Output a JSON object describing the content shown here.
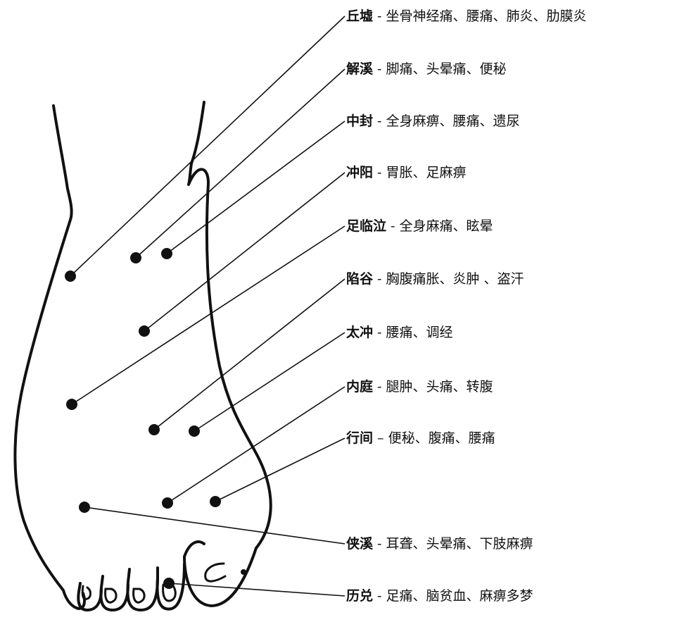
{
  "points": [
    {
      "key": "qiuxu",
      "name": "丘墟",
      "sep": " - ",
      "desc": "坐骨神经痛、腰痛、肺炎、肋膜炎"
    },
    {
      "key": "jiexi",
      "name": "解溪",
      "sep": " - ",
      "desc": "脚痛、头晕痛、便秘"
    },
    {
      "key": "zhongfeng",
      "name": "中封",
      "sep": " - ",
      "desc": "全身麻痹、腰痛、遗尿"
    },
    {
      "key": "chongyang",
      "name": "冲阳",
      "sep": " - ",
      "desc": "胃胀、足麻痹"
    },
    {
      "key": "zulinqi",
      "name": "足临泣",
      "sep": " - ",
      "desc": "全身麻痛、眩晕"
    },
    {
      "key": "xiangu",
      "name": "陷谷",
      "sep": " - ",
      "desc": "胸腹痛胀、炎肿 、盗汗"
    },
    {
      "key": "taichong",
      "name": "太冲",
      "sep": " - ",
      "desc": "腰痛、调经"
    },
    {
      "key": "neiting",
      "name": "内庭",
      "sep": " - ",
      "desc": "腿肿、头痛、转腹"
    },
    {
      "key": "xingjian",
      "name": "行间",
      "sep": " – ",
      "desc": "便秘、腹痛、腰痛"
    },
    {
      "key": "xiaxi",
      "name": "侠溪",
      "sep": " - ",
      "desc": "耳聋、头晕痛、下肢麻痹"
    },
    {
      "key": "lidui",
      "name": "历兑",
      "sep": " - ",
      "desc": "足痛、脑贫血、麻痹多梦"
    }
  ],
  "colors": {
    "ink": "#111111",
    "background": "#ffffff"
  }
}
